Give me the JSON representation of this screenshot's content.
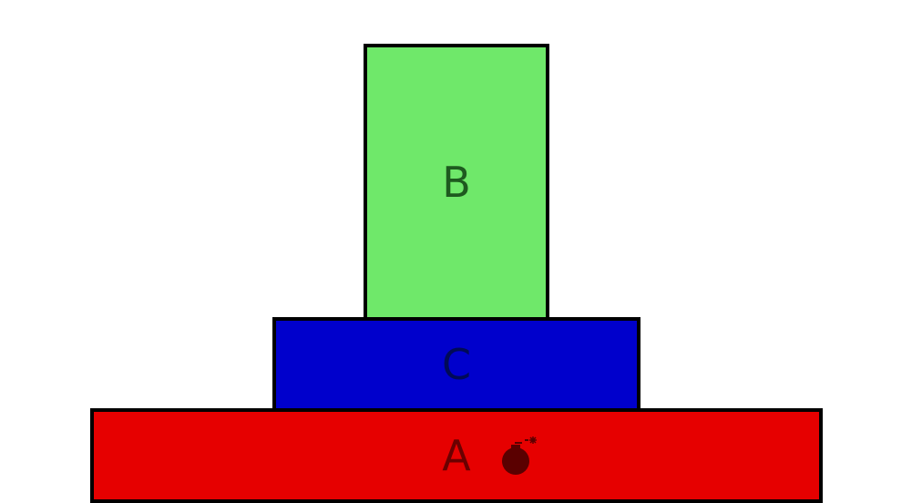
{
  "blocks": {
    "b": {
      "label": "B",
      "fill": "#6fe86a",
      "label_color": "#1e5a1f"
    },
    "c": {
      "label": "C",
      "fill": "#0000cc",
      "label_color": "#000a57"
    },
    "a": {
      "label": "A",
      "fill": "#e60000",
      "label_color": "#6a0000"
    }
  },
  "bomb": {
    "icon": "bomb-icon",
    "color": "#5a0000"
  }
}
